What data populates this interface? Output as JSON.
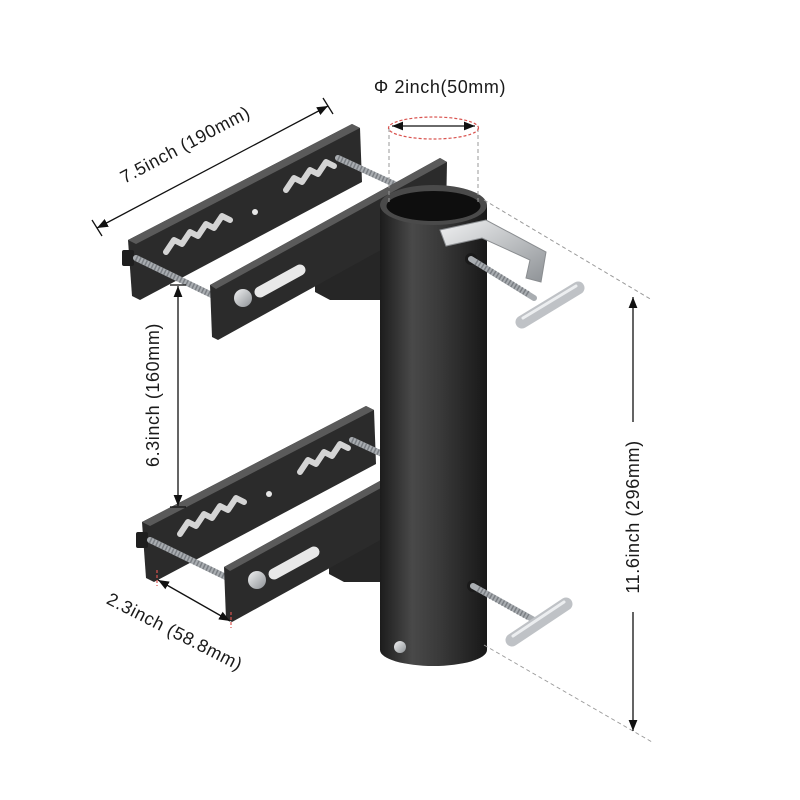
{
  "dimensions": {
    "diameter": "Φ 2inch(50mm)",
    "width": "7.5inch (190mm)",
    "spacing": "6.3inch (160mm)",
    "depth": "2.3inch (58.8mm)",
    "height": "11.6inch (296mm)"
  },
  "colors": {
    "metal": "#2b2b2b",
    "steel": "#b8bcc0",
    "line": "#111111",
    "guide": "#9a9a9a",
    "accent": "#d9534f"
  }
}
